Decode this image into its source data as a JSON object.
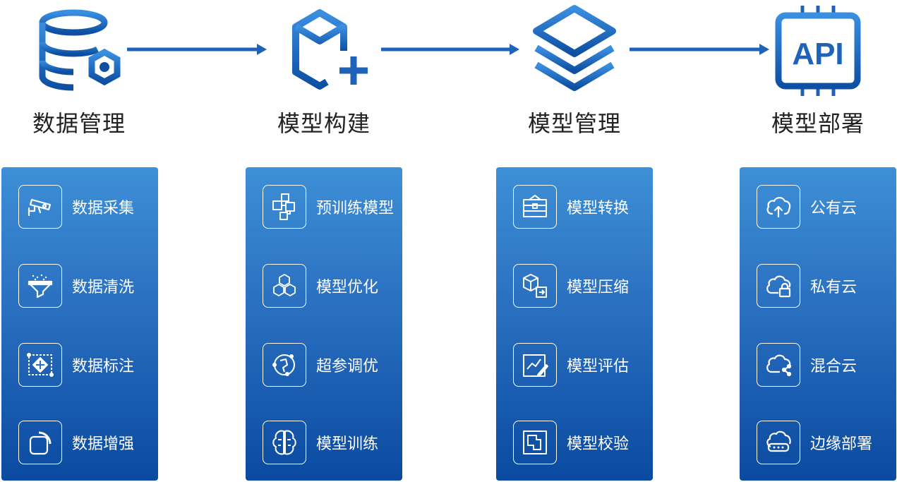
{
  "stages": [
    {
      "title": "数据管理",
      "icon": "database-gear-icon"
    },
    {
      "title": "模型构建",
      "icon": "cube-plus-icon"
    },
    {
      "title": "模型管理",
      "icon": "layers-icon"
    },
    {
      "title": "模型部署",
      "icon": "api-chip-icon"
    }
  ],
  "stage_api_text": "API",
  "panels": [
    {
      "items": [
        {
          "label": "数据采集",
          "icon": "camera-icon"
        },
        {
          "label": "数据清洗",
          "icon": "filter-icon"
        },
        {
          "label": "数据标注",
          "icon": "annotation-icon"
        },
        {
          "label": "数据增强",
          "icon": "enhance-icon"
        }
      ]
    },
    {
      "items": [
        {
          "label": "预训练模型",
          "icon": "blocks-icon"
        },
        {
          "label": "模型优化",
          "icon": "cubes-icon"
        },
        {
          "label": "超参调优",
          "icon": "tuning-icon"
        },
        {
          "label": "模型训练",
          "icon": "brain-icon"
        }
      ]
    },
    {
      "items": [
        {
          "label": "模型转换",
          "icon": "convert-icon"
        },
        {
          "label": "模型压缩",
          "icon": "compress-icon"
        },
        {
          "label": "模型评估",
          "icon": "evaluate-icon"
        },
        {
          "label": "模型校验",
          "icon": "verify-icon"
        }
      ]
    },
    {
      "items": [
        {
          "label": "公有云",
          "icon": "cloud-upload-icon"
        },
        {
          "label": "私有云",
          "icon": "cloud-lock-icon"
        },
        {
          "label": "混合云",
          "icon": "cloud-share-icon"
        },
        {
          "label": "边缘部署",
          "icon": "cloud-edge-icon"
        }
      ]
    }
  ],
  "colors": {
    "accent": "#1e63b8",
    "panel_top": "#3d8fd6",
    "panel_bottom": "#0a4aa0"
  }
}
